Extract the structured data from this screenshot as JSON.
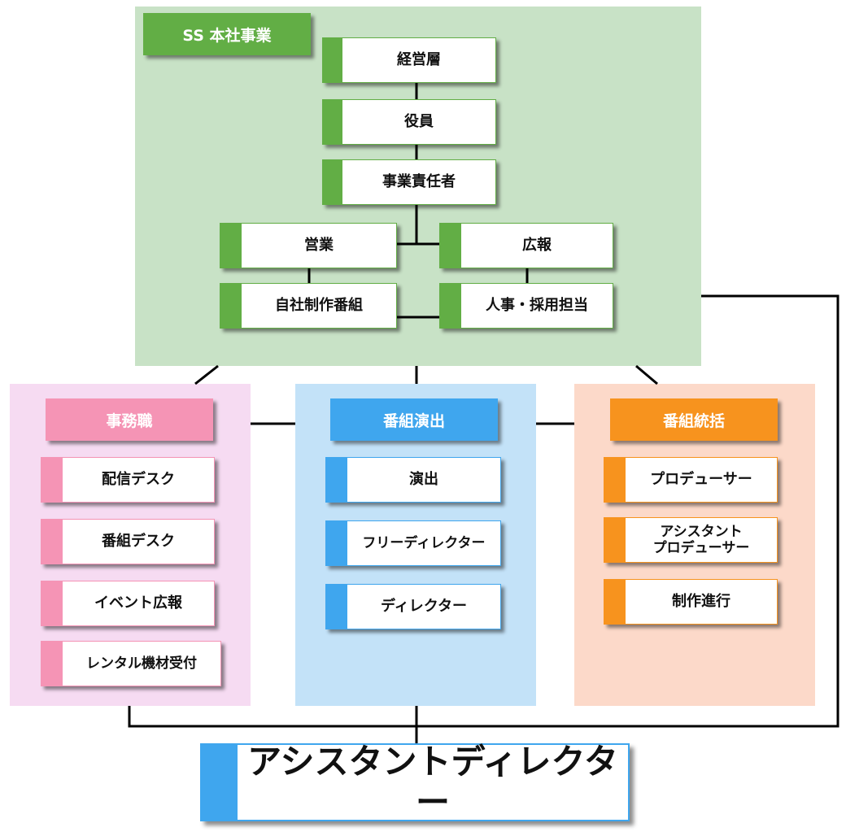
{
  "colors": {
    "green_panel": "#c8e2c6",
    "green_accent": "#62ae45",
    "pink_panel": "#f6dbf2",
    "pink_accent": "#f594b5",
    "blue_panel": "#c3e2f8",
    "blue_accent": "#3fa6ee",
    "orange_panel": "#fcd9c9",
    "orange_accent": "#f7931e",
    "line": "#000000"
  },
  "headquarters": {
    "title": "SS 本社事業",
    "executive": "経営層",
    "officer": "役員",
    "business_manager": "事業責任者",
    "sales": "営業",
    "pr": "広報",
    "own_production": "自社制作番組",
    "hr": "人事・採用担当"
  },
  "office": {
    "title": "事務職",
    "items": [
      "配信デスク",
      "番組デスク",
      "イベント広報",
      "レンタル機材受付"
    ]
  },
  "direction": {
    "title": "番組演出",
    "items": [
      "演出",
      "フリーディレクター",
      "ディレクター"
    ]
  },
  "supervision": {
    "title": "番組統括",
    "items": [
      "プロデューサー",
      "アシスタント\nプロデューサー",
      "制作進行"
    ]
  },
  "assistant_director": "アシスタントディレクター"
}
